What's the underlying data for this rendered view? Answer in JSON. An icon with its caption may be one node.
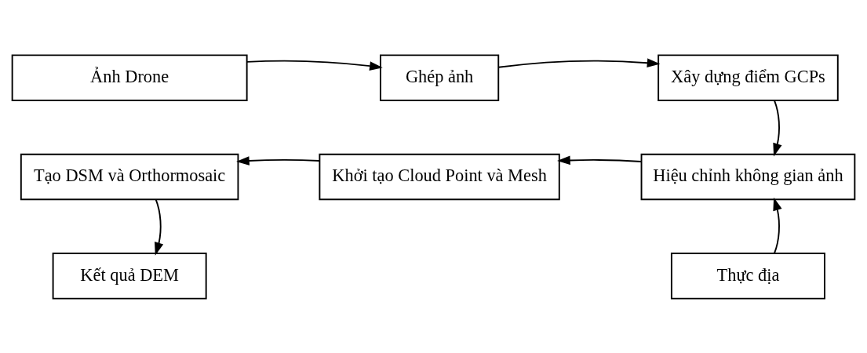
{
  "diagram": {
    "nodes": [
      {
        "text": [
          "Ảnh Drone"
        ]
      },
      {
        "text": [
          "Ghép ảnh"
        ]
      },
      {
        "text": [
          "Xây dựng điểm GCPs"
        ]
      },
      {
        "text": [
          "Tạo DSM và Orthormosaic"
        ]
      },
      {
        "text": [
          "Khởi tạo Cloud Point và Mesh"
        ]
      },
      {
        "text": [
          "Hiệu chỉnh không gian ảnh"
        ]
      },
      {
        "text": [
          "Thực địa"
        ]
      },
      {
        "text": [
          "Kết quả DEM"
        ]
      }
    ],
    "edges": [
      {
        "from": 0,
        "to": 1,
        "arrow": "to"
      },
      {
        "from": 1,
        "to": 2,
        "arrow": "to"
      },
      {
        "from": 2,
        "to": 5,
        "arrow": "to"
      },
      {
        "from": 5,
        "to": 4,
        "arrow": "to"
      },
      {
        "from": 4,
        "to": 3,
        "arrow": "to"
      },
      {
        "from": 3,
        "to": 7,
        "arrow": "to"
      },
      {
        "from": 6,
        "to": 5,
        "arrow": "to"
      }
    ]
  }
}
